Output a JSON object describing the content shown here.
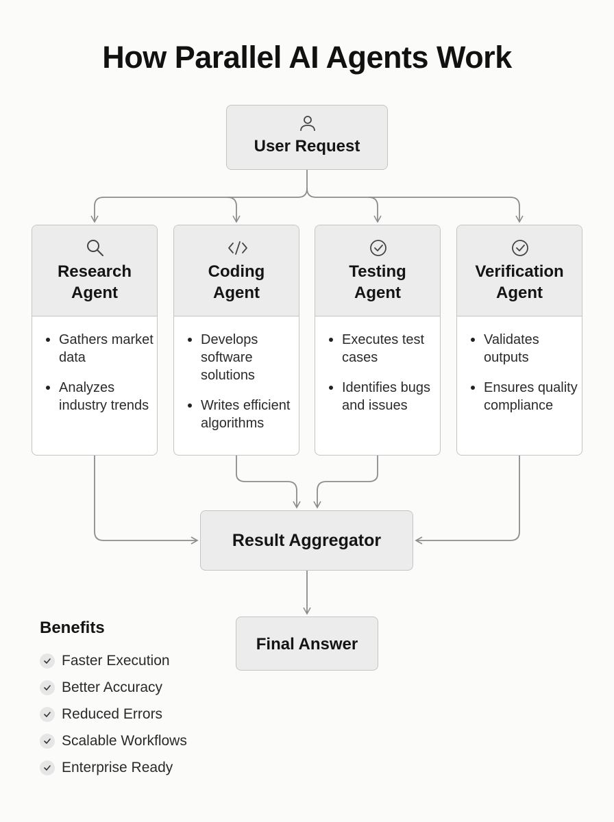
{
  "title": "How Parallel AI Agents Work",
  "user_request": {
    "label": "User Request",
    "icon": "user-icon"
  },
  "agents": [
    {
      "name_lines": [
        "Research",
        "Agent"
      ],
      "icon": "search-icon",
      "bullets": [
        "Gathers market data",
        "Analyzes industry trends"
      ]
    },
    {
      "name_lines": [
        "Coding",
        "Agent"
      ],
      "icon": "code-icon",
      "bullets": [
        "Develops software solutions",
        "Writes efficient algorithms"
      ]
    },
    {
      "name_lines": [
        "Testing",
        "Agent"
      ],
      "icon": "check-circle-icon",
      "bullets": [
        "Executes test cases",
        "Identifies bugs and issues"
      ]
    },
    {
      "name_lines": [
        "Verification",
        "Agent"
      ],
      "icon": "check-circle-icon",
      "bullets": [
        "Validates outputs",
        "Ensures quality compliance"
      ]
    }
  ],
  "aggregator": {
    "label": "Result Aggregator"
  },
  "final": {
    "label": "Final Answer"
  },
  "benefits": {
    "title": "Benefits",
    "items": [
      "Faster Execution",
      "Better Accuracy",
      "Reduced Errors",
      "Scalable Workflows",
      "Enterprise Ready"
    ]
  },
  "colors": {
    "background": "#fbfbfa",
    "box_fill": "#ececec",
    "box_border": "#c4c4c4",
    "connector": "#8c8c8c",
    "text": "#141414"
  }
}
